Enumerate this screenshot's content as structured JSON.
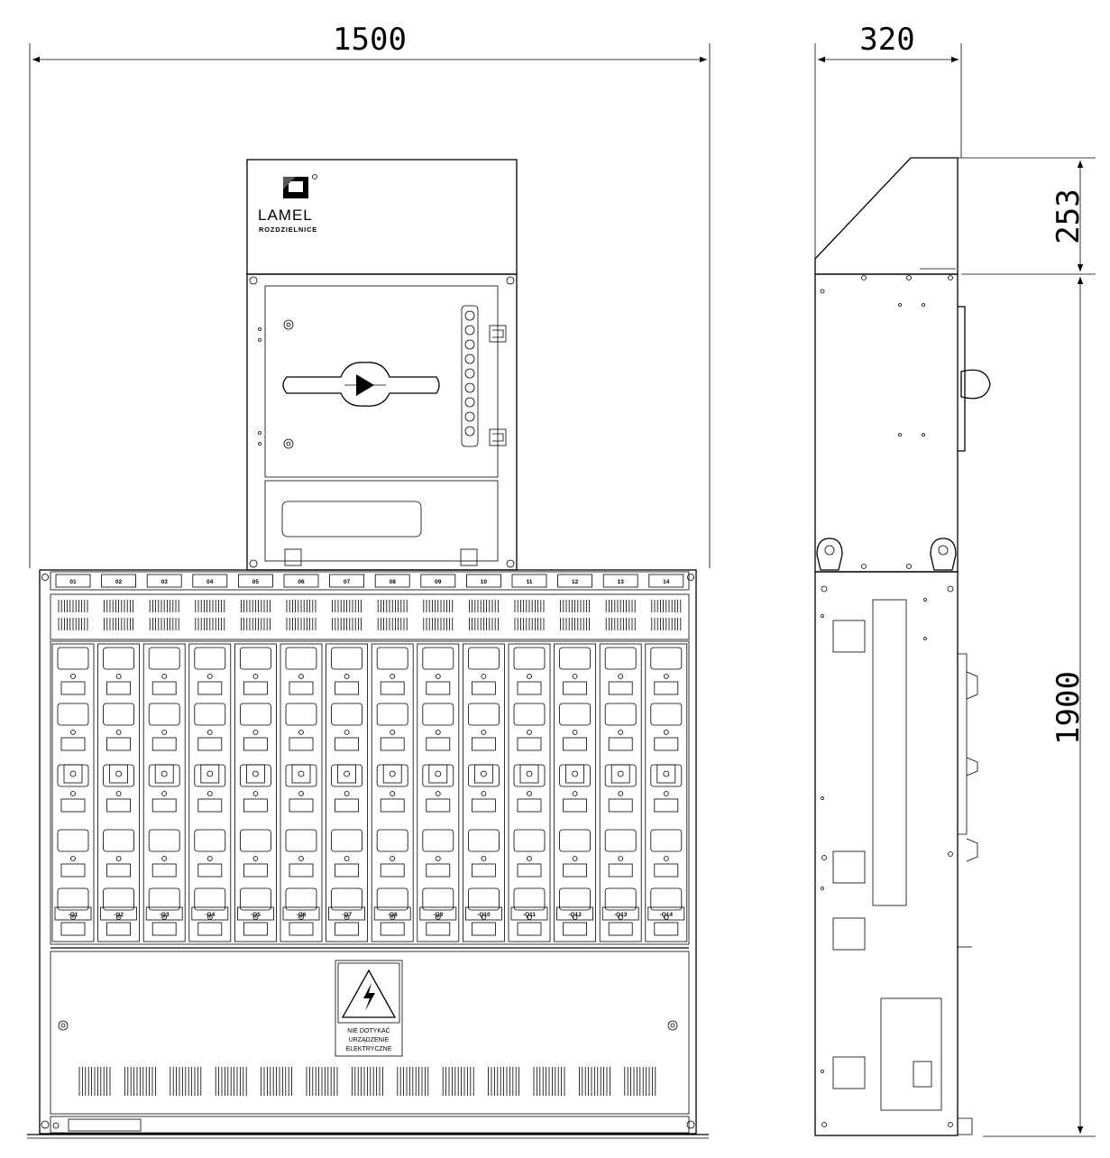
{
  "dimensions": {
    "front_width": "1500",
    "side_depth": "320",
    "top_height": "253",
    "body_height": "1900"
  },
  "brand": {
    "name": "LAMEL",
    "subtitle": "ROZDZIELNICE"
  },
  "columns": {
    "top_labels": [
      "01",
      "02",
      "03",
      "04",
      "05",
      "06",
      "07",
      "08",
      "09",
      "10",
      "11",
      "12",
      "13",
      "14"
    ],
    "bottom_labels": [
      "-Q1",
      "-Q2",
      "-Q3",
      "-Q4",
      "-Q5",
      "-Q6",
      "-Q7",
      "-Q8",
      "-Q9",
      "-Q10",
      "-Q11",
      "-Q12",
      "-Q13",
      "-Q14"
    ]
  },
  "warning_sign": {
    "lines": [
      "NIE DOTYKAĆ",
      "URZĄDZENIE",
      "ELEKTRYCZNE"
    ]
  }
}
